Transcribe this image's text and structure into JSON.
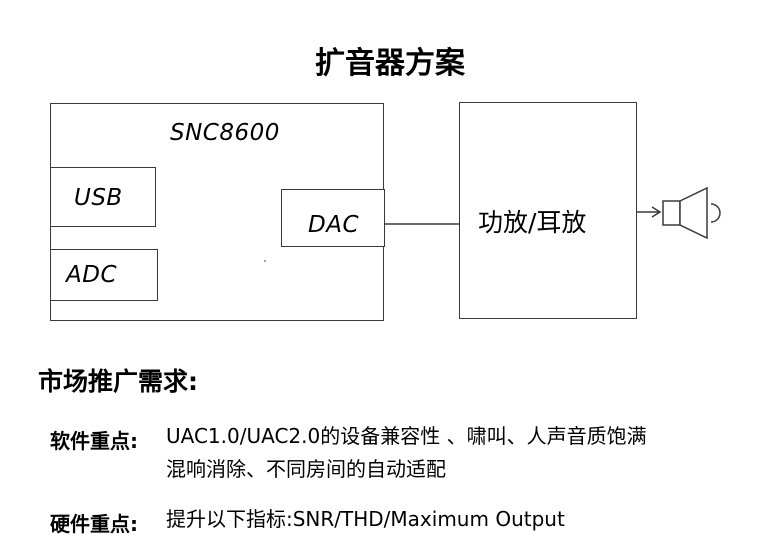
{
  "title": "扩音器方案",
  "diagram": {
    "chip_label": "SNC8600",
    "usb_label": "USB",
    "adc_label": "ADC",
    "dac_label": "DAC",
    "amp_label": "功放/耳放",
    "speaker_icon": "speaker-icon"
  },
  "market": {
    "heading": "市场推广需求:",
    "software_label": "软件重点:",
    "software_line1": "UAC1.0/UAC2.0的设备兼容性 、啸叫、人声音质饱满",
    "software_line2": "混响消除、不同房间的自动适配",
    "hardware_label": "硬件重点:",
    "hardware_line1": "提升以下指标:SNR/THD/Maximum Output"
  }
}
